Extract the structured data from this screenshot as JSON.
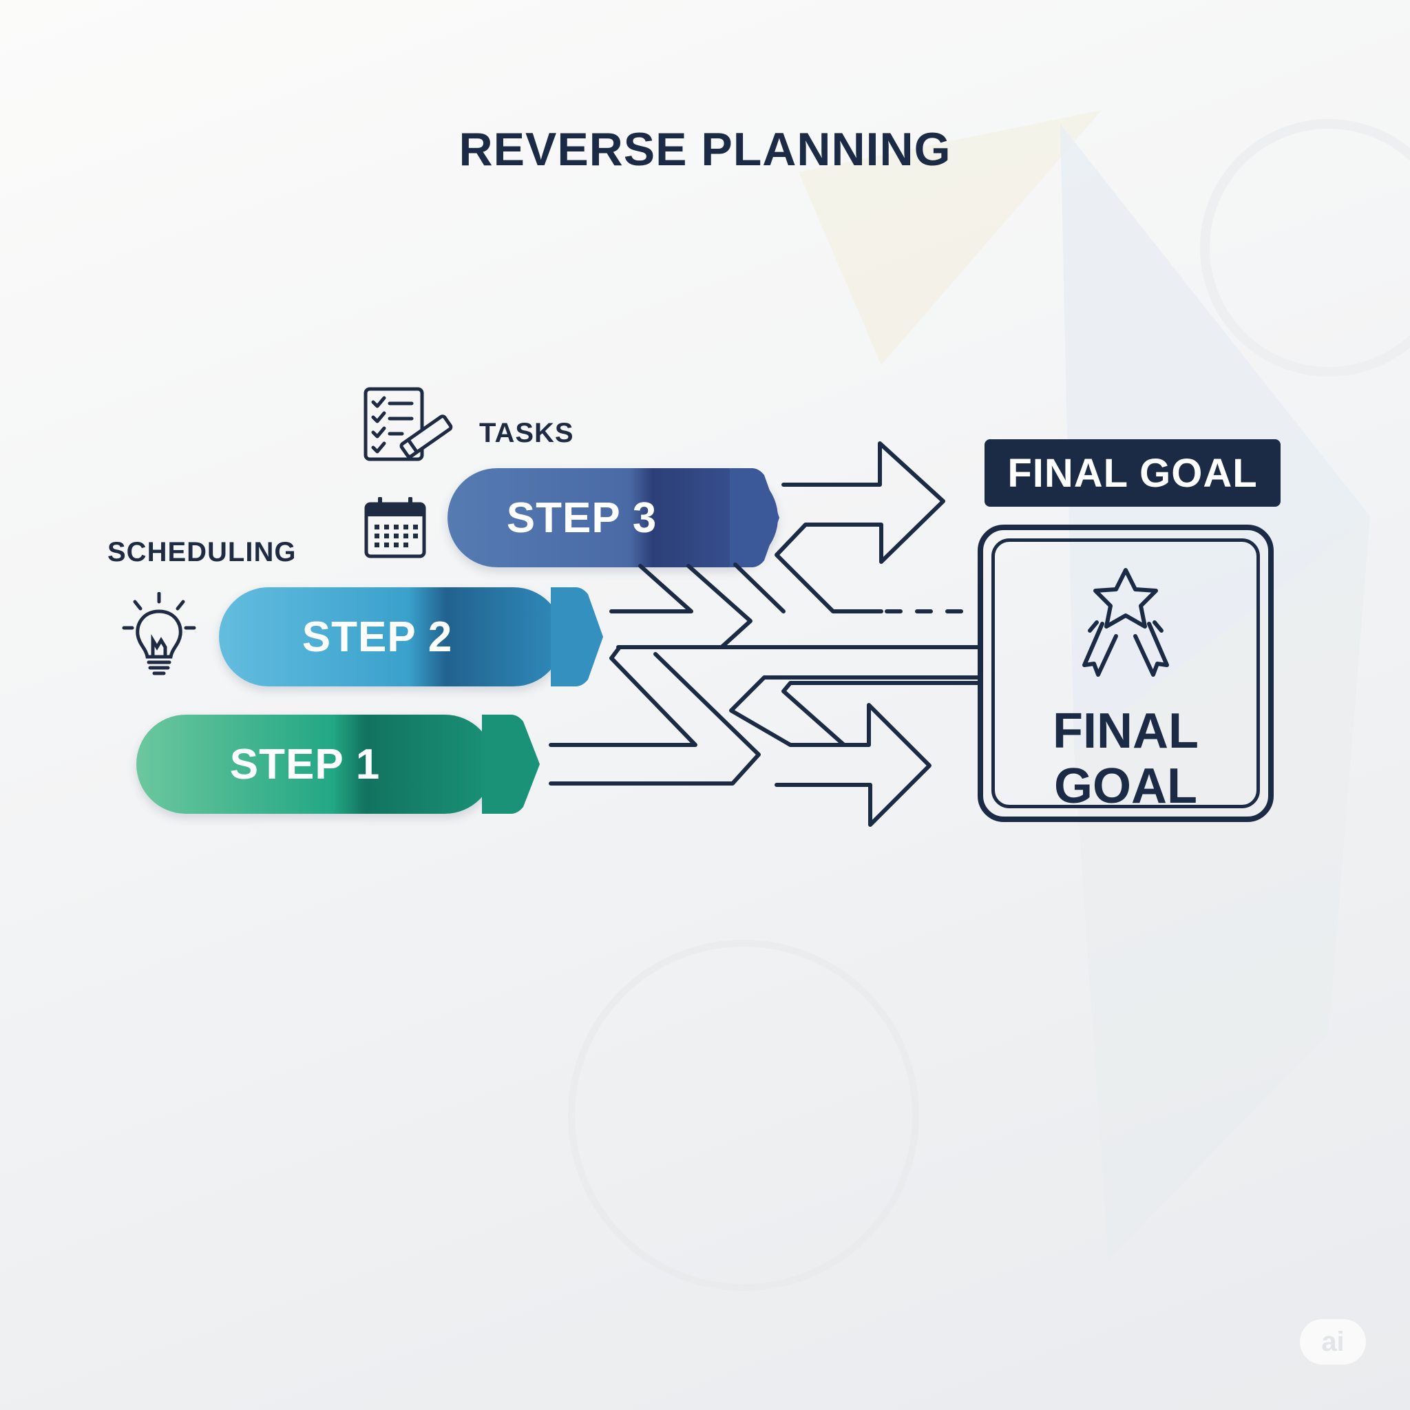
{
  "title": "REVERSE PLANNING",
  "labels": {
    "tasks": "TASKS",
    "scheduling": "SCHEDULING"
  },
  "steps": [
    {
      "label": "STEP 3",
      "color": "#3e5f9c"
    },
    {
      "label": "STEP 2",
      "color": "#3a9cc4"
    },
    {
      "label": "STEP 1",
      "color": "#25a888"
    }
  ],
  "final_goal": {
    "header": "FINAL GOAL",
    "box_line1": "FINAL",
    "box_line2": "GOAL"
  },
  "icons": [
    "checklist-pencil-icon",
    "calendar-icon",
    "lightbulb-icon",
    "award-star-icon"
  ],
  "colors": {
    "navy": "#1b2b45",
    "step3": "#3e5f9c",
    "step2": "#3a9cc4",
    "step1": "#25a888"
  },
  "watermark": "ai"
}
